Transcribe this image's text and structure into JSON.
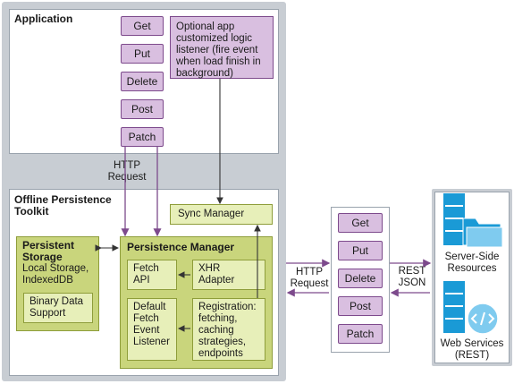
{
  "application": {
    "title": "Application",
    "methods": [
      "Get",
      "Put",
      "Delete",
      "Post",
      "Patch"
    ],
    "listener_note": "Optional app customized logic listener (fire event when load finish in background)"
  },
  "http_request_down": [
    "HTTP",
    "Request"
  ],
  "toolkit": {
    "title": [
      "Offline Persistence",
      "Toolkit"
    ],
    "sync_manager": "Sync Manager",
    "persistent_storage": {
      "title": [
        "Persistent",
        "Storage"
      ],
      "desc": [
        "Local Storage,",
        "IndexedDB"
      ],
      "binary": [
        "Binary Data",
        "Support"
      ]
    },
    "persistence_manager": {
      "title": "Persistence Manager",
      "fetch_api": [
        "Fetch",
        "API"
      ],
      "xhr_adapter": [
        "XHR",
        "Adapter"
      ],
      "default_listener": [
        "Default",
        "Fetch",
        "Event",
        "Listener"
      ],
      "registration": [
        "Registration:",
        "fetching,",
        "caching",
        "strategies,",
        "endpoints"
      ]
    }
  },
  "http_request_mid": [
    "HTTP",
    "Request"
  ],
  "middle_methods": [
    "Get",
    "Put",
    "Delete",
    "Post",
    "Patch"
  ],
  "rest_json": [
    "REST",
    "JSON"
  ],
  "server": {
    "resources": [
      "Server-Side",
      "Resources"
    ],
    "web_services": [
      "Web Services",
      "(REST)"
    ]
  },
  "colors": {
    "outer_gray": "#c8cdd3",
    "method_purple": "#d9bfe0",
    "arrow_purple": "#7d4a8c",
    "green": "#c9d57c",
    "light_green": "#e7efb9",
    "server_blue": "#1a9ad6"
  }
}
